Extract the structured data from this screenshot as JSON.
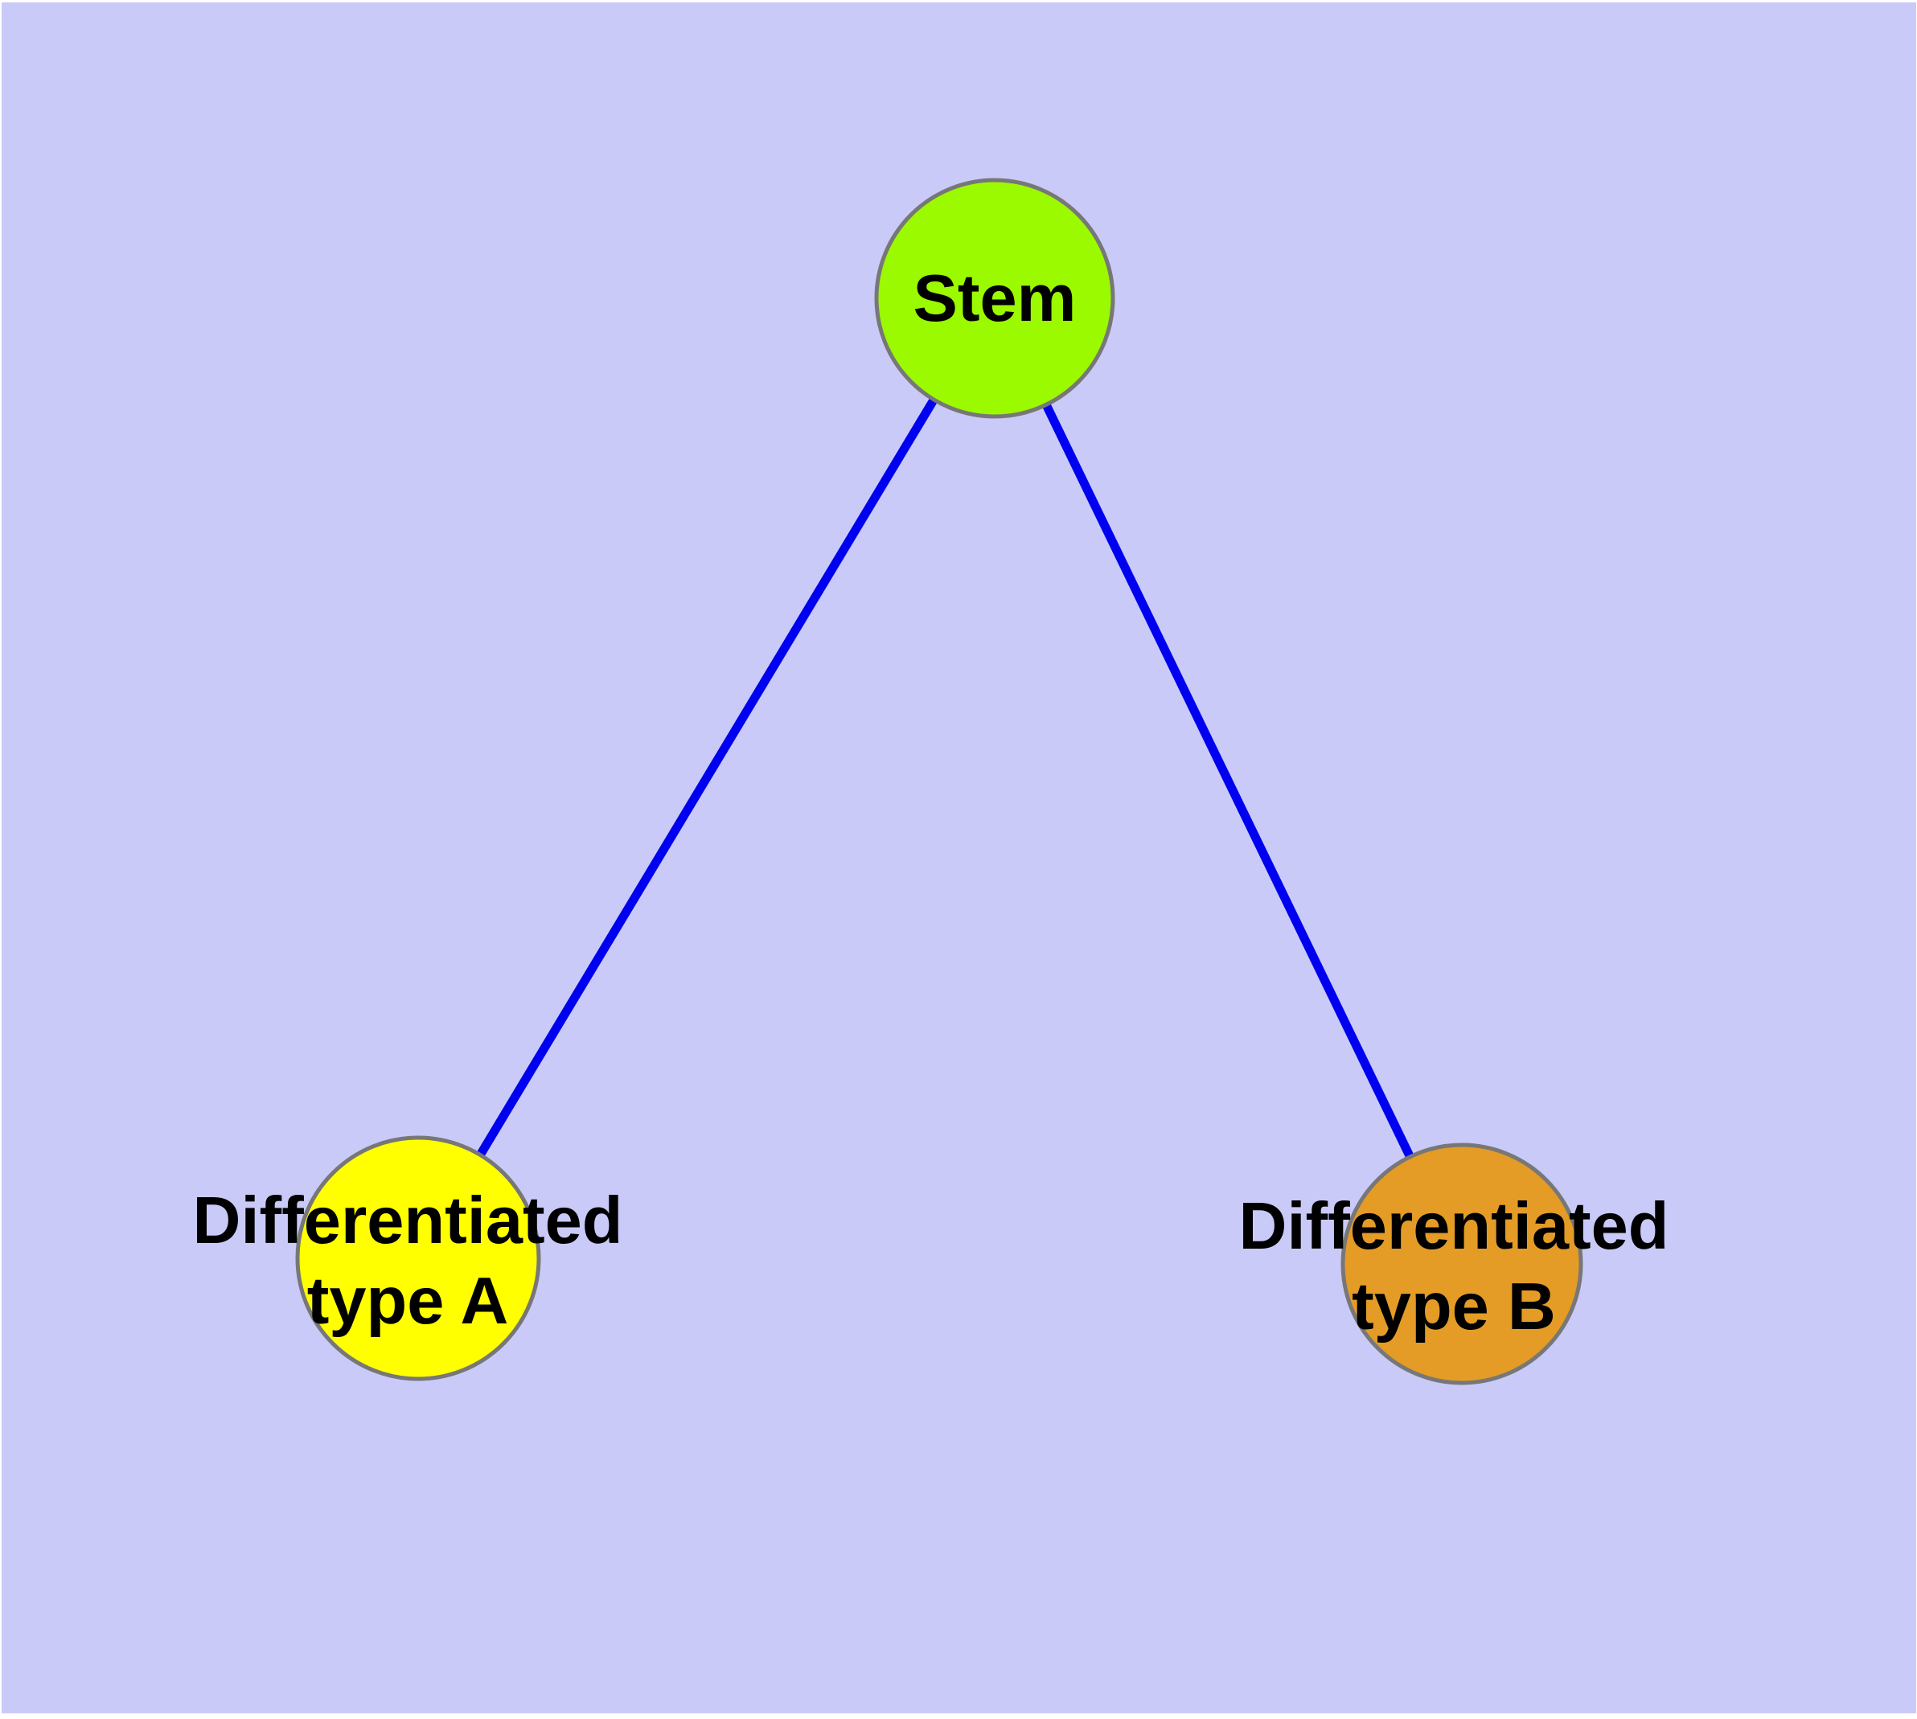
{
  "diagram": {
    "type": "graph",
    "background_color": "#CACAF8",
    "page_margin_color": "#FFFFFF",
    "edge_color": "#0000F0",
    "edge_width": "11",
    "node_border_color": "#777777",
    "node_border_width": "5",
    "label_color": "#000000",
    "nodes": [
      {
        "id": "stem",
        "label_lines": [
          "Stem"
        ],
        "fill": "#9BF900"
      },
      {
        "id": "differentiated-type-a",
        "label_lines": [
          "Differentiated",
          "type A"
        ],
        "fill": "#FFFF00"
      },
      {
        "id": "differentiated-type-b",
        "label_lines": [
          "Differentiated",
          "type B"
        ],
        "fill": "#E49C26"
      }
    ],
    "edges": [
      {
        "from": "stem",
        "to": "differentiated-type-a"
      },
      {
        "from": "stem",
        "to": "differentiated-type-b"
      }
    ]
  }
}
